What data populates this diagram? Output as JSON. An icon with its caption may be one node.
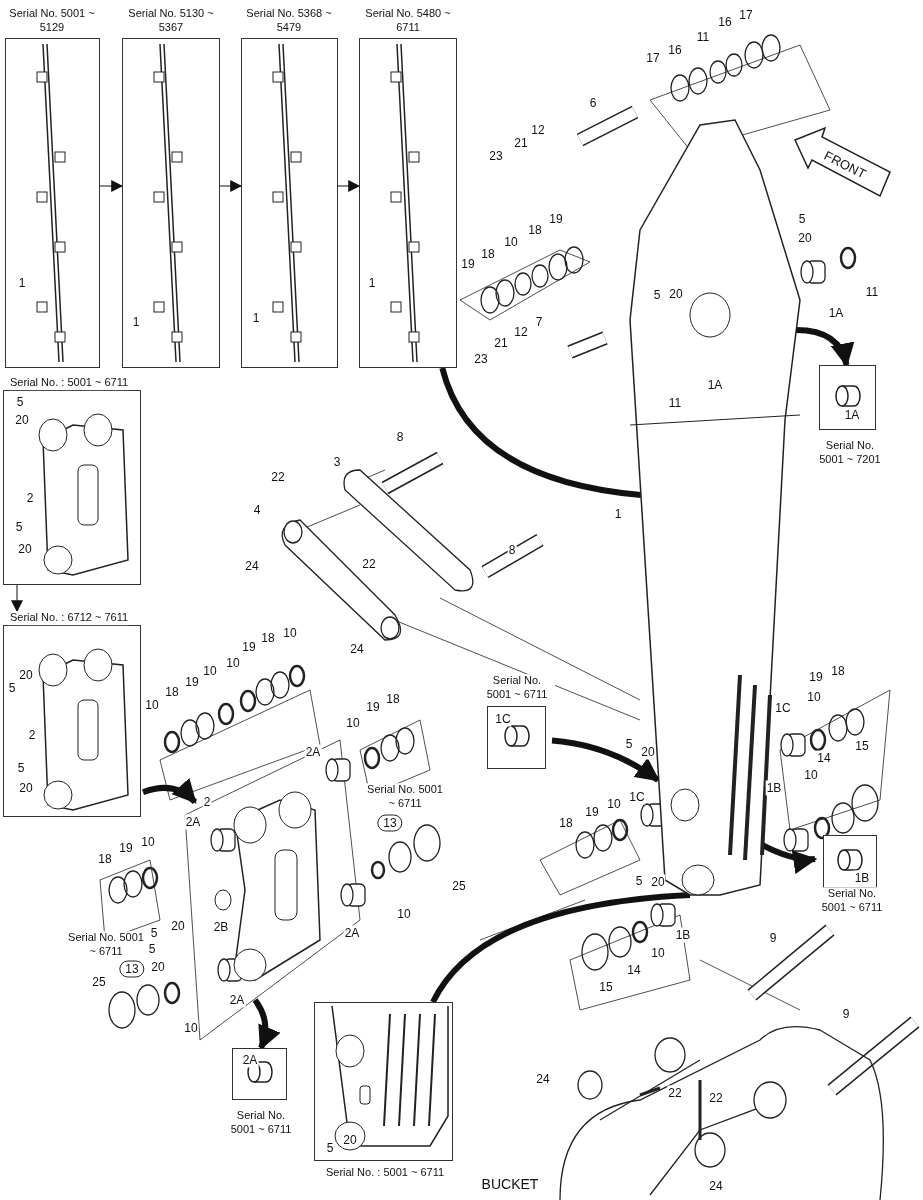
{
  "diagram": {
    "nodes": [
      {
        "text": [
          "Serial No. 5001 ~ 5129",
          "1"
        ]
      },
      {
        "text": [
          "Serial No. 5130 ~ 5367",
          "1"
        ]
      },
      {
        "text": [
          "Serial No. 5368 ~ 5479",
          "1"
        ]
      },
      {
        "text": [
          "Serial No. 5480 ~ 6711",
          "1"
        ]
      },
      {
        "text": [
          "Serial No. : 5001 ~ 6711",
          "5",
          "20",
          "2",
          "5",
          "20"
        ]
      },
      {
        "text": [
          "Serial No. : 6712 ~ 7611",
          "20",
          "5",
          "2",
          "5",
          "20"
        ]
      },
      {
        "text": [
          "1A",
          "Serial No. 5001 ~ 7201"
        ]
      },
      {
        "text": [
          "Serial No. 5001 ~ 6711",
          "1C"
        ]
      },
      {
        "text": [
          "1B",
          "Serial No. 5001 ~ 6711"
        ]
      },
      {
        "text": [
          "2A",
          "Serial No. 5001 ~ 6711"
        ]
      },
      {
        "text": [
          "5",
          "20",
          "Serial No. : 5001 ~ 6711"
        ]
      },
      {
        "text": [],
        "shape": "picture"
      },
      {
        "text": [],
        "shape": "picture"
      }
    ],
    "edges": [
      {
        "from": 0,
        "to": 1,
        "arrow": "to"
      },
      {
        "from": 1,
        "to": 2,
        "arrow": "to"
      },
      {
        "from": 2,
        "to": 3,
        "arrow": "to"
      },
      {
        "from": 4,
        "to": 5,
        "arrow": "to"
      },
      {
        "from": 3,
        "to": 11,
        "arrow": "none"
      },
      {
        "from": 11,
        "to": 6,
        "arrow": "to"
      },
      {
        "from": 7,
        "to": 11,
        "arrow": "to"
      },
      {
        "from": 11,
        "to": 8,
        "arrow": "to"
      },
      {
        "from": 5,
        "to": 12,
        "arrow": "to"
      },
      {
        "from": 12,
        "to": 9,
        "arrow": "to"
      },
      {
        "from": 11,
        "to": 10,
        "arrow": "none"
      }
    ],
    "labels": [
      "17",
      "16",
      "11",
      "16",
      "17",
      "6",
      "12",
      "21",
      "23",
      "FRONT",
      "19",
      "5",
      "18",
      "20",
      "10",
      "18",
      "19",
      "5",
      "20",
      "11",
      "1A",
      "7",
      "12",
      "21",
      "23",
      "1A",
      "11",
      "8",
      "3",
      "22",
      "1",
      "4",
      "8",
      "24",
      "22",
      "10",
      "18",
      "19",
      "24",
      "10",
      "10",
      "18",
      "19",
      "19",
      "18",
      "10",
      "19",
      "18",
      "1C",
      "10",
      "10",
      "5",
      "15",
      "2A",
      "20",
      "14",
      "10",
      "1B",
      "Serial No. 5001 ~ 6711",
      "1C",
      "2",
      "10",
      "19",
      "2A",
      "13",
      "18",
      "10",
      "19",
      "18",
      "5",
      "20",
      "25",
      "10",
      "20",
      "2B",
      "5",
      "2A",
      "1B",
      "9",
      "Serial No. 5001 ~ 6711",
      "5",
      "10",
      "13",
      "20",
      "14",
      "25",
      "15",
      "2A",
      "9",
      "10",
      "24",
      "22",
      "22",
      "BUCKET",
      "24"
    ]
  }
}
